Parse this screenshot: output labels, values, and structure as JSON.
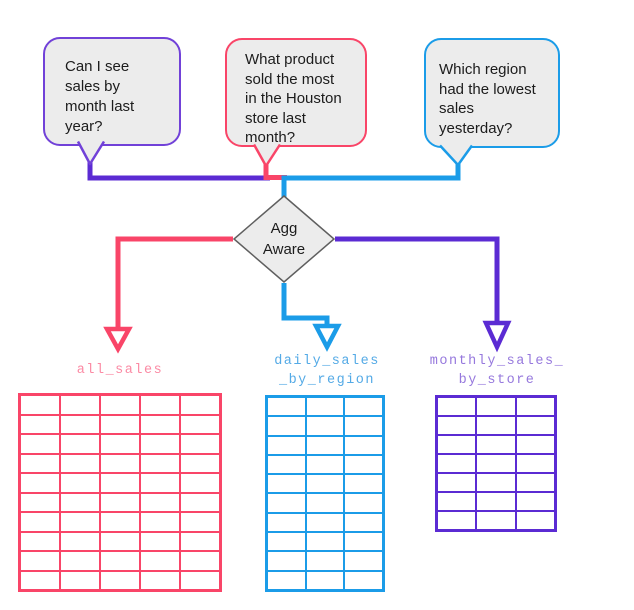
{
  "colors": {
    "purple_line": "#5b2bd3",
    "purple_bubble": "#7141d8",
    "purple_label": "#9678dd",
    "pink_line": "#f94568",
    "pink_label": "#fb8aa4",
    "blue_line": "#1b9ce8",
    "blue_label": "#54aae6",
    "surface": "#ececec",
    "outline_grey": "#5f5f5f",
    "text": "#1c1c1c",
    "bg": "#ffffff"
  },
  "bubbles": [
    {
      "text": "Can I see\nsales by\nmonth last\nyear?"
    },
    {
      "text": "What product\nsold the most\nin the Houston\nstore last\nmonth?"
    },
    {
      "text": "Which region\nhad the lowest\nsales\nyesterday?"
    }
  ],
  "diamond": {
    "label": "Agg\nAware"
  },
  "tables": [
    {
      "label": "all_sales",
      "rows": 10,
      "cols": 5
    },
    {
      "label": "daily_sales\n_by_region",
      "rows": 10,
      "cols": 3
    },
    {
      "label": "monthly_sales_\nby_store",
      "rows": 7,
      "cols": 3
    }
  ]
}
